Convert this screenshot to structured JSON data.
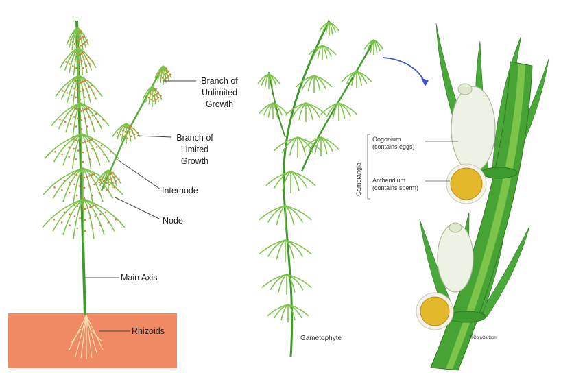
{
  "colors": {
    "soil": "#f08a64",
    "stem": "#3f9a2c",
    "stem_light": "#7cc44a",
    "whorl_tip": "#d97a3a",
    "label_line": "#444444",
    "arrow": "#3d55c4",
    "egg": "#e8efdc",
    "antheridium": "#e3b82a"
  },
  "left_figure": {
    "labels": {
      "branch_unlimited": [
        "Branch of",
        "Unlimited",
        "Growth"
      ],
      "branch_limited": [
        "Branch of",
        "Limited",
        "Growth"
      ],
      "internode": "Internode",
      "node": "Node",
      "main_axis": "Main Axis",
      "rhizoids": "Rhizoids"
    }
  },
  "middle_figure": {
    "labels": {
      "gametophyte": "Gametophyte"
    }
  },
  "right_figure": {
    "labels": {
      "gametangia": "Gametangia",
      "oogonium": "Oogonium",
      "oogonium_note": "(contains eggs)",
      "antheridium": "Antheridium",
      "antheridium_note": "(contains sperm)",
      "credit": "©DomCarlson"
    }
  }
}
